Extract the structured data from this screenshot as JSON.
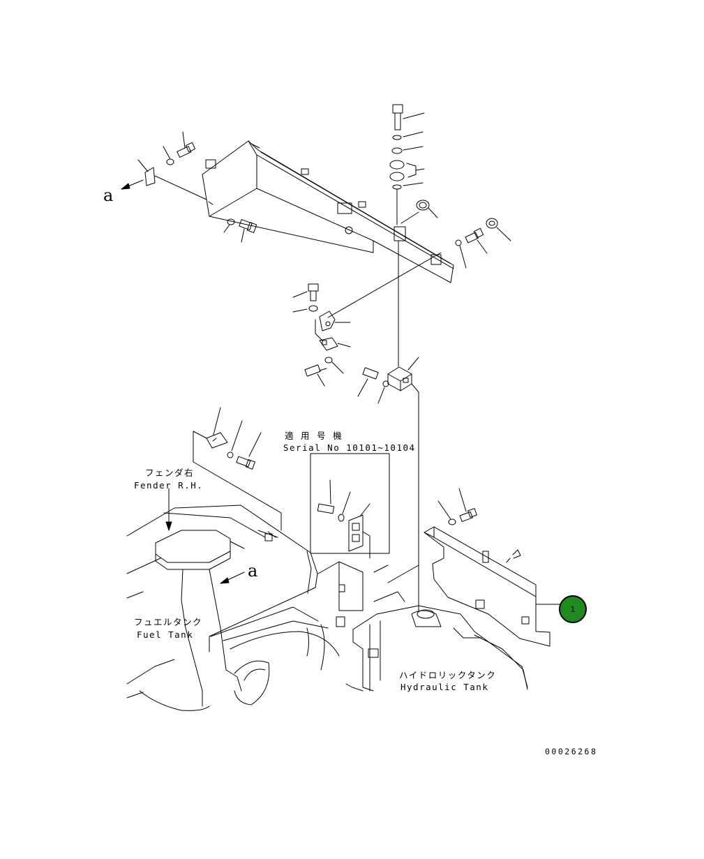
{
  "callout": {
    "number": "1",
    "color": "#1f8a1f"
  },
  "labels": {
    "view_a_top": "a",
    "view_a_bottom": "a",
    "serial_jp": "適 用 号 機",
    "serial_en": "Serial No 10101~10104",
    "fender_jp": "フェンダ右",
    "fender_en": "Fender R.H.",
    "fuel_jp": "フュエルタンク",
    "fuel_en": "Fuel Tank",
    "hydraulic_jp": "ハイドロリックタンク",
    "hydraulic_en": "Hydraulic Tank",
    "drawing_number": "00026268"
  }
}
